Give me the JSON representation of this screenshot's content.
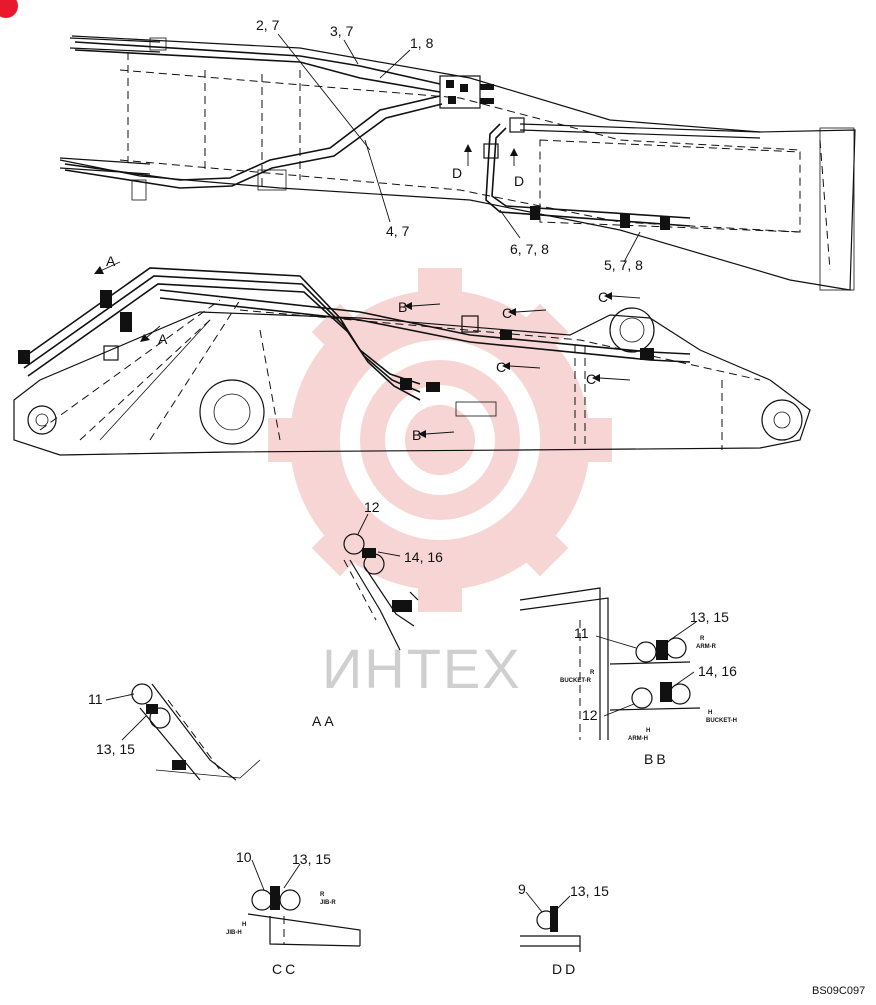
{
  "diagram": {
    "callouts": [
      {
        "id": "c-2-7",
        "text": "2, 7"
      },
      {
        "id": "c-3-7",
        "text": "3, 7"
      },
      {
        "id": "c-1-8",
        "text": "1, 8"
      },
      {
        "id": "c-4-7",
        "text": "4, 7"
      },
      {
        "id": "c-6-7-8",
        "text": "6, 7, 8"
      },
      {
        "id": "c-5-7-8",
        "text": "5, 7, 8"
      },
      {
        "id": "c-12",
        "text": "12"
      },
      {
        "id": "c-14-16-top",
        "text": "14, 16"
      },
      {
        "id": "c-11-aa",
        "text": "11"
      },
      {
        "id": "c-13-15-aa",
        "text": "13, 15"
      },
      {
        "id": "c-13-15-bb",
        "text": "13, 15"
      },
      {
        "id": "c-11-bb",
        "text": "11"
      },
      {
        "id": "c-14-16-bb",
        "text": "14, 16"
      },
      {
        "id": "c-12-bb",
        "text": "12"
      },
      {
        "id": "c-10",
        "text": "10"
      },
      {
        "id": "c-13-15-cc",
        "text": "13, 15"
      },
      {
        "id": "c-9",
        "text": "9"
      },
      {
        "id": "c-13-15-dd",
        "text": "13, 15"
      }
    ],
    "section_markers": [
      {
        "id": "m-d1",
        "text": "D"
      },
      {
        "id": "m-d2",
        "text": "D"
      },
      {
        "id": "m-a1",
        "text": "A"
      },
      {
        "id": "m-a2",
        "text": "A"
      },
      {
        "id": "m-b1",
        "text": "B"
      },
      {
        "id": "m-b2",
        "text": "B"
      },
      {
        "id": "m-c1",
        "text": "C"
      },
      {
        "id": "m-c2",
        "text": "C"
      },
      {
        "id": "m-c3",
        "text": "C"
      },
      {
        "id": "m-c4",
        "text": "C"
      }
    ],
    "views": [
      {
        "id": "v-aa",
        "text": "AA"
      },
      {
        "id": "v-bb",
        "text": "BB"
      },
      {
        "id": "v-cc",
        "text": "CC"
      },
      {
        "id": "v-dd",
        "text": "DD"
      }
    ],
    "hose_tags": [
      {
        "id": "t-arm-r",
        "text": "ARM-R"
      },
      {
        "id": "t-r1",
        "text": "R"
      },
      {
        "id": "t-bucket-r",
        "text": "BUCKET-R"
      },
      {
        "id": "t-r2",
        "text": "R"
      },
      {
        "id": "t-h1",
        "text": "H"
      },
      {
        "id": "t-bucket-h",
        "text": "BUCKET-H"
      },
      {
        "id": "t-arm-h",
        "text": "ARM-H"
      },
      {
        "id": "t-h2",
        "text": "H"
      },
      {
        "id": "t-r3",
        "text": "R"
      },
      {
        "id": "t-jib-r",
        "text": "JIB-R"
      },
      {
        "id": "t-h3",
        "text": "H"
      },
      {
        "id": "t-jib-h",
        "text": "JIB-H"
      }
    ],
    "drawing_code": "BS09C097",
    "watermark": "ИНТЕХ",
    "colors": {
      "ink": "#111111",
      "watermark": "#f2b3b3",
      "corner_badge": "#e8192c"
    }
  }
}
